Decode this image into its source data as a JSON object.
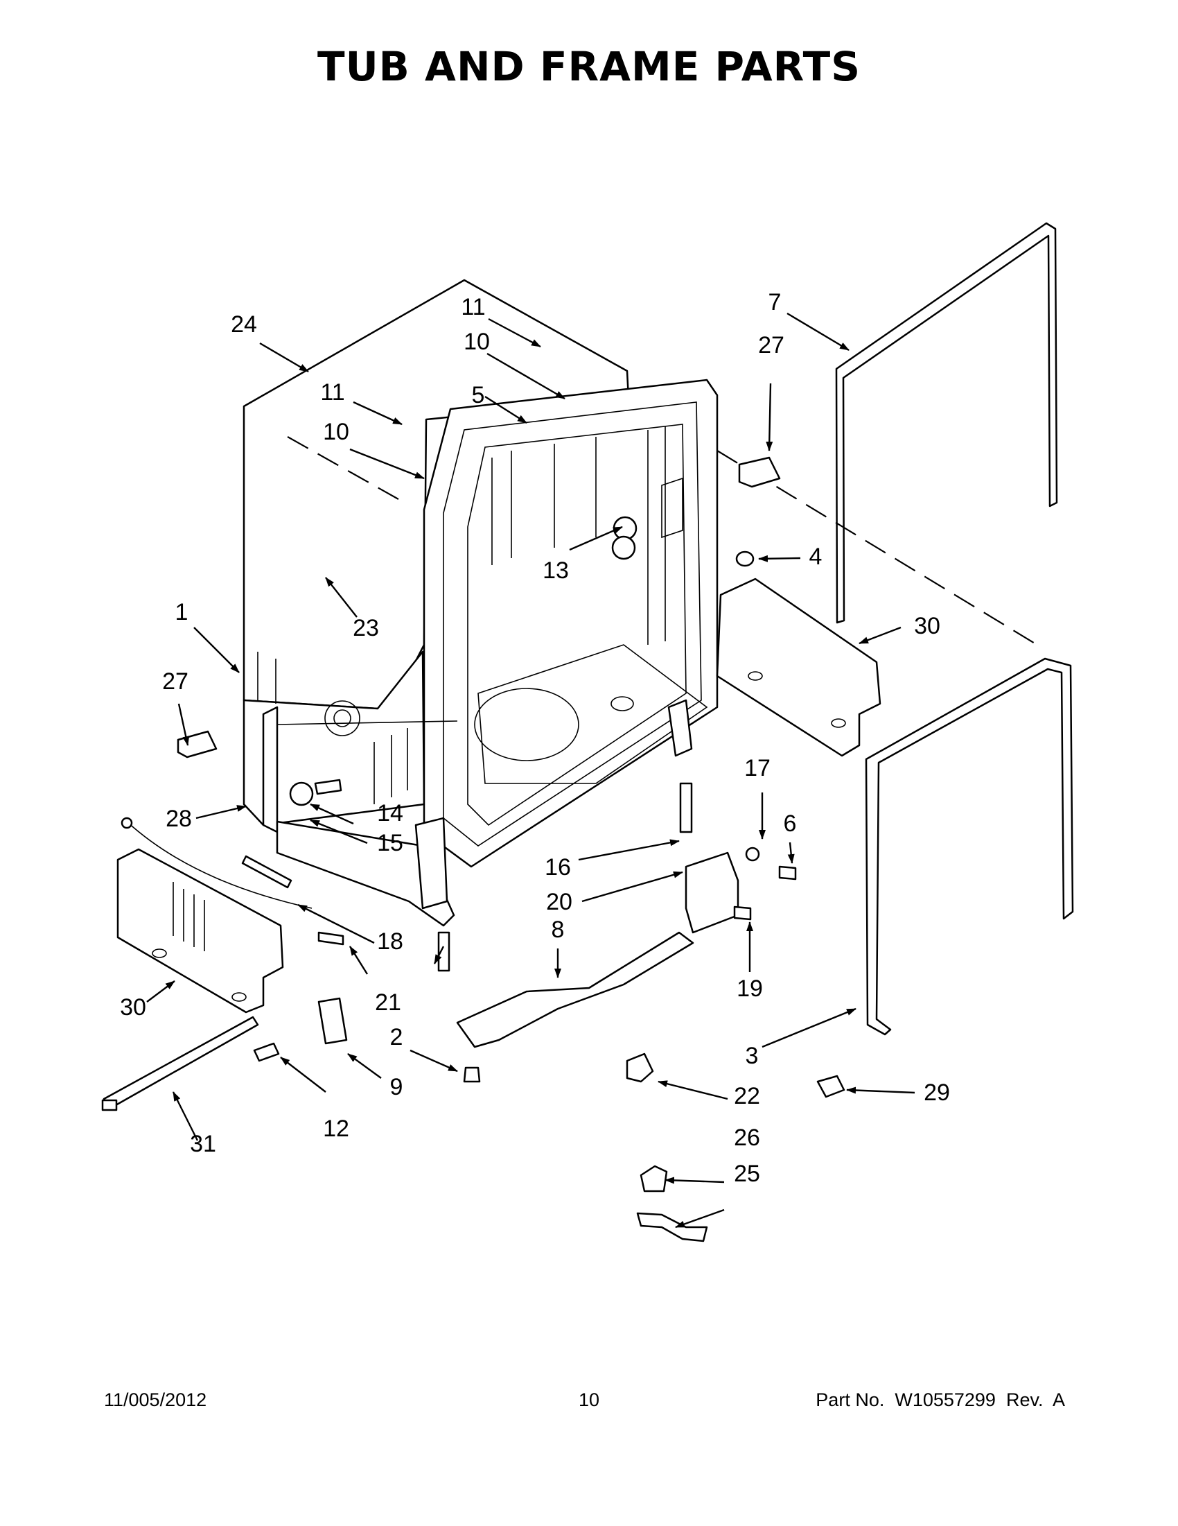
{
  "title": "TUB AND FRAME PARTS",
  "callouts": [
    "1",
    "2",
    "3",
    "4",
    "5",
    "6",
    "7",
    "8",
    "9",
    "10",
    "10",
    "11",
    "11",
    "12",
    "13",
    "14",
    "15",
    "16",
    "17",
    "18",
    "19",
    "20",
    "21",
    "22",
    "23",
    "24",
    "25",
    "26",
    "27",
    "27",
    "28",
    "29",
    "30",
    "30",
    "31"
  ],
  "footer": {
    "date": "11/005/2012",
    "page": "10",
    "part_number": "Part No.  W10557299  Rev.  A"
  }
}
